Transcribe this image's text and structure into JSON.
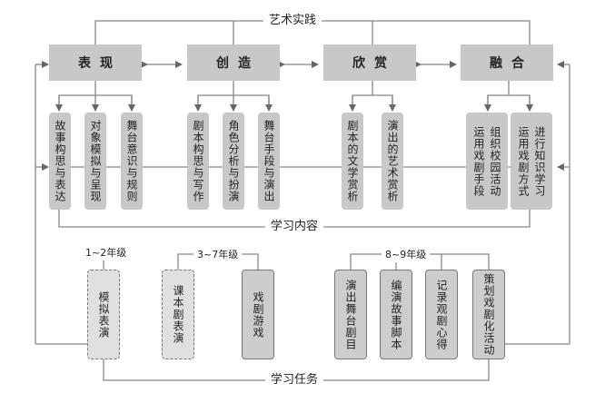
{
  "labels": {
    "top": "艺术实践",
    "content": "学习内容",
    "tasks": "学习任务",
    "grade1": "1~2年级",
    "grade2": "3~7年级",
    "grade3": "8~9年级"
  },
  "categories": [
    "表现",
    "创造",
    "欣赏",
    "融合"
  ],
  "content_items": [
    "故事构思与表达",
    "对象模拟与呈现",
    "舞台意识与规则",
    "剧本构思与写作",
    "角色分析与扮演",
    "舞台手段与演出",
    "剧本的文学赏析",
    "演出的艺术赏析",
    "组织校园活动",
    "运用戏剧手段",
    "进行知识学习",
    "运用戏剧方式"
  ],
  "tasks": [
    "模拟表演",
    "课本剧表演",
    "戏剧游戏",
    "演出舞台剧目",
    "编演故事脚本",
    "记录观剧心得",
    "策划戏剧化活动"
  ]
}
